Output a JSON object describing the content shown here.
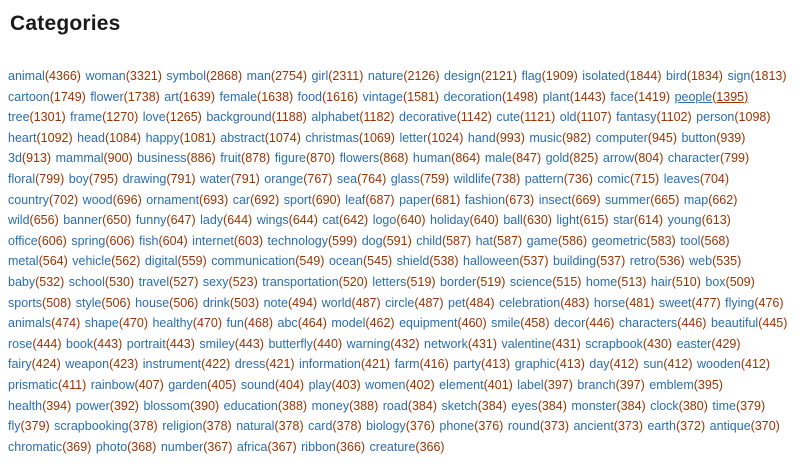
{
  "page": {
    "title": "Categories"
  },
  "highlighted_tag": "people",
  "colors": {
    "tag_link": "#2a6db0",
    "tag_count": "#993300",
    "heading": "#1a1a1a",
    "background": "#ffffff"
  },
  "tags": [
    [
      "animal",
      4366
    ],
    [
      "woman",
      3321
    ],
    [
      "symbol",
      2868
    ],
    [
      "man",
      2754
    ],
    [
      "girl",
      2311
    ],
    [
      "nature",
      2126
    ],
    [
      "design",
      2121
    ],
    [
      "flag",
      1909
    ],
    [
      "isolated",
      1844
    ],
    [
      "bird",
      1834
    ],
    [
      "sign",
      1813
    ],
    [
      "cartoon",
      1749
    ],
    [
      "flower",
      1738
    ],
    [
      "art",
      1639
    ],
    [
      "female",
      1638
    ],
    [
      "food",
      1616
    ],
    [
      "vintage",
      1581
    ],
    [
      "decoration",
      1498
    ],
    [
      "plant",
      1443
    ],
    [
      "face",
      1419
    ],
    [
      "people",
      1395
    ],
    [
      "tree",
      1301
    ],
    [
      "frame",
      1270
    ],
    [
      "love",
      1265
    ],
    [
      "background",
      1188
    ],
    [
      "alphabet",
      1182
    ],
    [
      "decorative",
      1142
    ],
    [
      "cute",
      1121
    ],
    [
      "old",
      1107
    ],
    [
      "fantasy",
      1102
    ],
    [
      "person",
      1098
    ],
    [
      "heart",
      1092
    ],
    [
      "head",
      1084
    ],
    [
      "happy",
      1081
    ],
    [
      "abstract",
      1074
    ],
    [
      "christmas",
      1069
    ],
    [
      "letter",
      1024
    ],
    [
      "hand",
      993
    ],
    [
      "music",
      982
    ],
    [
      "computer",
      945
    ],
    [
      "button",
      939
    ],
    [
      "3d",
      913
    ],
    [
      "mammal",
      900
    ],
    [
      "business",
      886
    ],
    [
      "fruit",
      878
    ],
    [
      "figure",
      870
    ],
    [
      "flowers",
      868
    ],
    [
      "human",
      864
    ],
    [
      "male",
      847
    ],
    [
      "gold",
      825
    ],
    [
      "arrow",
      804
    ],
    [
      "character",
      799
    ],
    [
      "floral",
      799
    ],
    [
      "boy",
      795
    ],
    [
      "drawing",
      791
    ],
    [
      "water",
      791
    ],
    [
      "orange",
      767
    ],
    [
      "sea",
      764
    ],
    [
      "glass",
      759
    ],
    [
      "wildlife",
      738
    ],
    [
      "pattern",
      736
    ],
    [
      "comic",
      715
    ],
    [
      "leaves",
      704
    ],
    [
      "country",
      702
    ],
    [
      "wood",
      696
    ],
    [
      "ornament",
      693
    ],
    [
      "car",
      692
    ],
    [
      "sport",
      690
    ],
    [
      "leaf",
      687
    ],
    [
      "paper",
      681
    ],
    [
      "fashion",
      673
    ],
    [
      "insect",
      669
    ],
    [
      "summer",
      665
    ],
    [
      "map",
      662
    ],
    [
      "wild",
      656
    ],
    [
      "banner",
      650
    ],
    [
      "funny",
      647
    ],
    [
      "lady",
      644
    ],
    [
      "wings",
      644
    ],
    [
      "cat",
      642
    ],
    [
      "logo",
      640
    ],
    [
      "holiday",
      640
    ],
    [
      "ball",
      630
    ],
    [
      "light",
      615
    ],
    [
      "star",
      614
    ],
    [
      "young",
      613
    ],
    [
      "office",
      606
    ],
    [
      "spring",
      606
    ],
    [
      "fish",
      604
    ],
    [
      "internet",
      603
    ],
    [
      "technology",
      599
    ],
    [
      "dog",
      591
    ],
    [
      "child",
      587
    ],
    [
      "hat",
      587
    ],
    [
      "game",
      586
    ],
    [
      "geometric",
      583
    ],
    [
      "tool",
      568
    ],
    [
      "metal",
      564
    ],
    [
      "vehicle",
      562
    ],
    [
      "digital",
      559
    ],
    [
      "communication",
      549
    ],
    [
      "ocean",
      545
    ],
    [
      "shield",
      538
    ],
    [
      "halloween",
      537
    ],
    [
      "building",
      537
    ],
    [
      "retro",
      536
    ],
    [
      "web",
      535
    ],
    [
      "baby",
      532
    ],
    [
      "school",
      530
    ],
    [
      "travel",
      527
    ],
    [
      "sexy",
      523
    ],
    [
      "transportation",
      520
    ],
    [
      "letters",
      519
    ],
    [
      "border",
      519
    ],
    [
      "science",
      515
    ],
    [
      "home",
      513
    ],
    [
      "hair",
      510
    ],
    [
      "box",
      509
    ],
    [
      "sports",
      508
    ],
    [
      "style",
      506
    ],
    [
      "house",
      506
    ],
    [
      "drink",
      503
    ],
    [
      "note",
      494
    ],
    [
      "world",
      487
    ],
    [
      "circle",
      487
    ],
    [
      "pet",
      484
    ],
    [
      "celebration",
      483
    ],
    [
      "horse",
      481
    ],
    [
      "sweet",
      477
    ],
    [
      "flying",
      476
    ],
    [
      "animals",
      474
    ],
    [
      "shape",
      470
    ],
    [
      "healthy",
      470
    ],
    [
      "fun",
      468
    ],
    [
      "abc",
      464
    ],
    [
      "model",
      462
    ],
    [
      "equipment",
      460
    ],
    [
      "smile",
      458
    ],
    [
      "decor",
      446
    ],
    [
      "characters",
      446
    ],
    [
      "beautiful",
      445
    ],
    [
      "rose",
      444
    ],
    [
      "book",
      443
    ],
    [
      "portrait",
      443
    ],
    [
      "smiley",
      443
    ],
    [
      "butterfly",
      440
    ],
    [
      "warning",
      432
    ],
    [
      "network",
      431
    ],
    [
      "valentine",
      431
    ],
    [
      "scrapbook",
      430
    ],
    [
      "easter",
      429
    ],
    [
      "fairy",
      424
    ],
    [
      "weapon",
      423
    ],
    [
      "instrument",
      422
    ],
    [
      "dress",
      421
    ],
    [
      "information",
      421
    ],
    [
      "farm",
      416
    ],
    [
      "party",
      413
    ],
    [
      "graphic",
      413
    ],
    [
      "day",
      412
    ],
    [
      "sun",
      412
    ],
    [
      "wooden",
      412
    ],
    [
      "prismatic",
      411
    ],
    [
      "rainbow",
      407
    ],
    [
      "garden",
      405
    ],
    [
      "sound",
      404
    ],
    [
      "play",
      403
    ],
    [
      "women",
      402
    ],
    [
      "element",
      401
    ],
    [
      "label",
      397
    ],
    [
      "branch",
      397
    ],
    [
      "emblem",
      395
    ],
    [
      "health",
      394
    ],
    [
      "power",
      392
    ],
    [
      "blossom",
      390
    ],
    [
      "education",
      388
    ],
    [
      "money",
      388
    ],
    [
      "road",
      384
    ],
    [
      "sketch",
      384
    ],
    [
      "eyes",
      384
    ],
    [
      "monster",
      384
    ],
    [
      "clock",
      380
    ],
    [
      "time",
      379
    ],
    [
      "fly",
      379
    ],
    [
      "scrapbooking",
      378
    ],
    [
      "religion",
      378
    ],
    [
      "natural",
      378
    ],
    [
      "card",
      378
    ],
    [
      "biology",
      376
    ],
    [
      "phone",
      376
    ],
    [
      "round",
      373
    ],
    [
      "ancient",
      373
    ],
    [
      "earth",
      372
    ],
    [
      "antique",
      370
    ],
    [
      "chromatic",
      369
    ],
    [
      "photo",
      368
    ],
    [
      "number",
      367
    ],
    [
      "africa",
      367
    ],
    [
      "ribbon",
      366
    ],
    [
      "creature",
      366
    ]
  ]
}
